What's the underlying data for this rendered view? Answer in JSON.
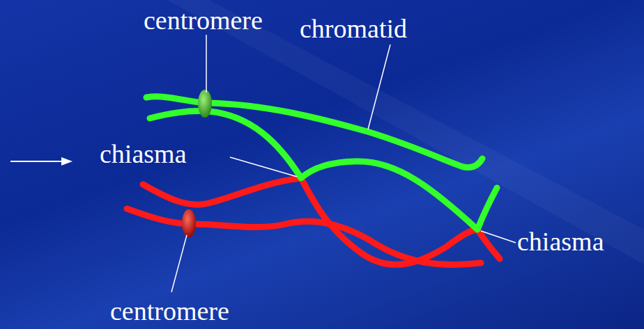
{
  "diagram": {
    "labels": [
      "centromere",
      "chromatid",
      "chiasma",
      "chiasma",
      "centromere"
    ]
  }
}
